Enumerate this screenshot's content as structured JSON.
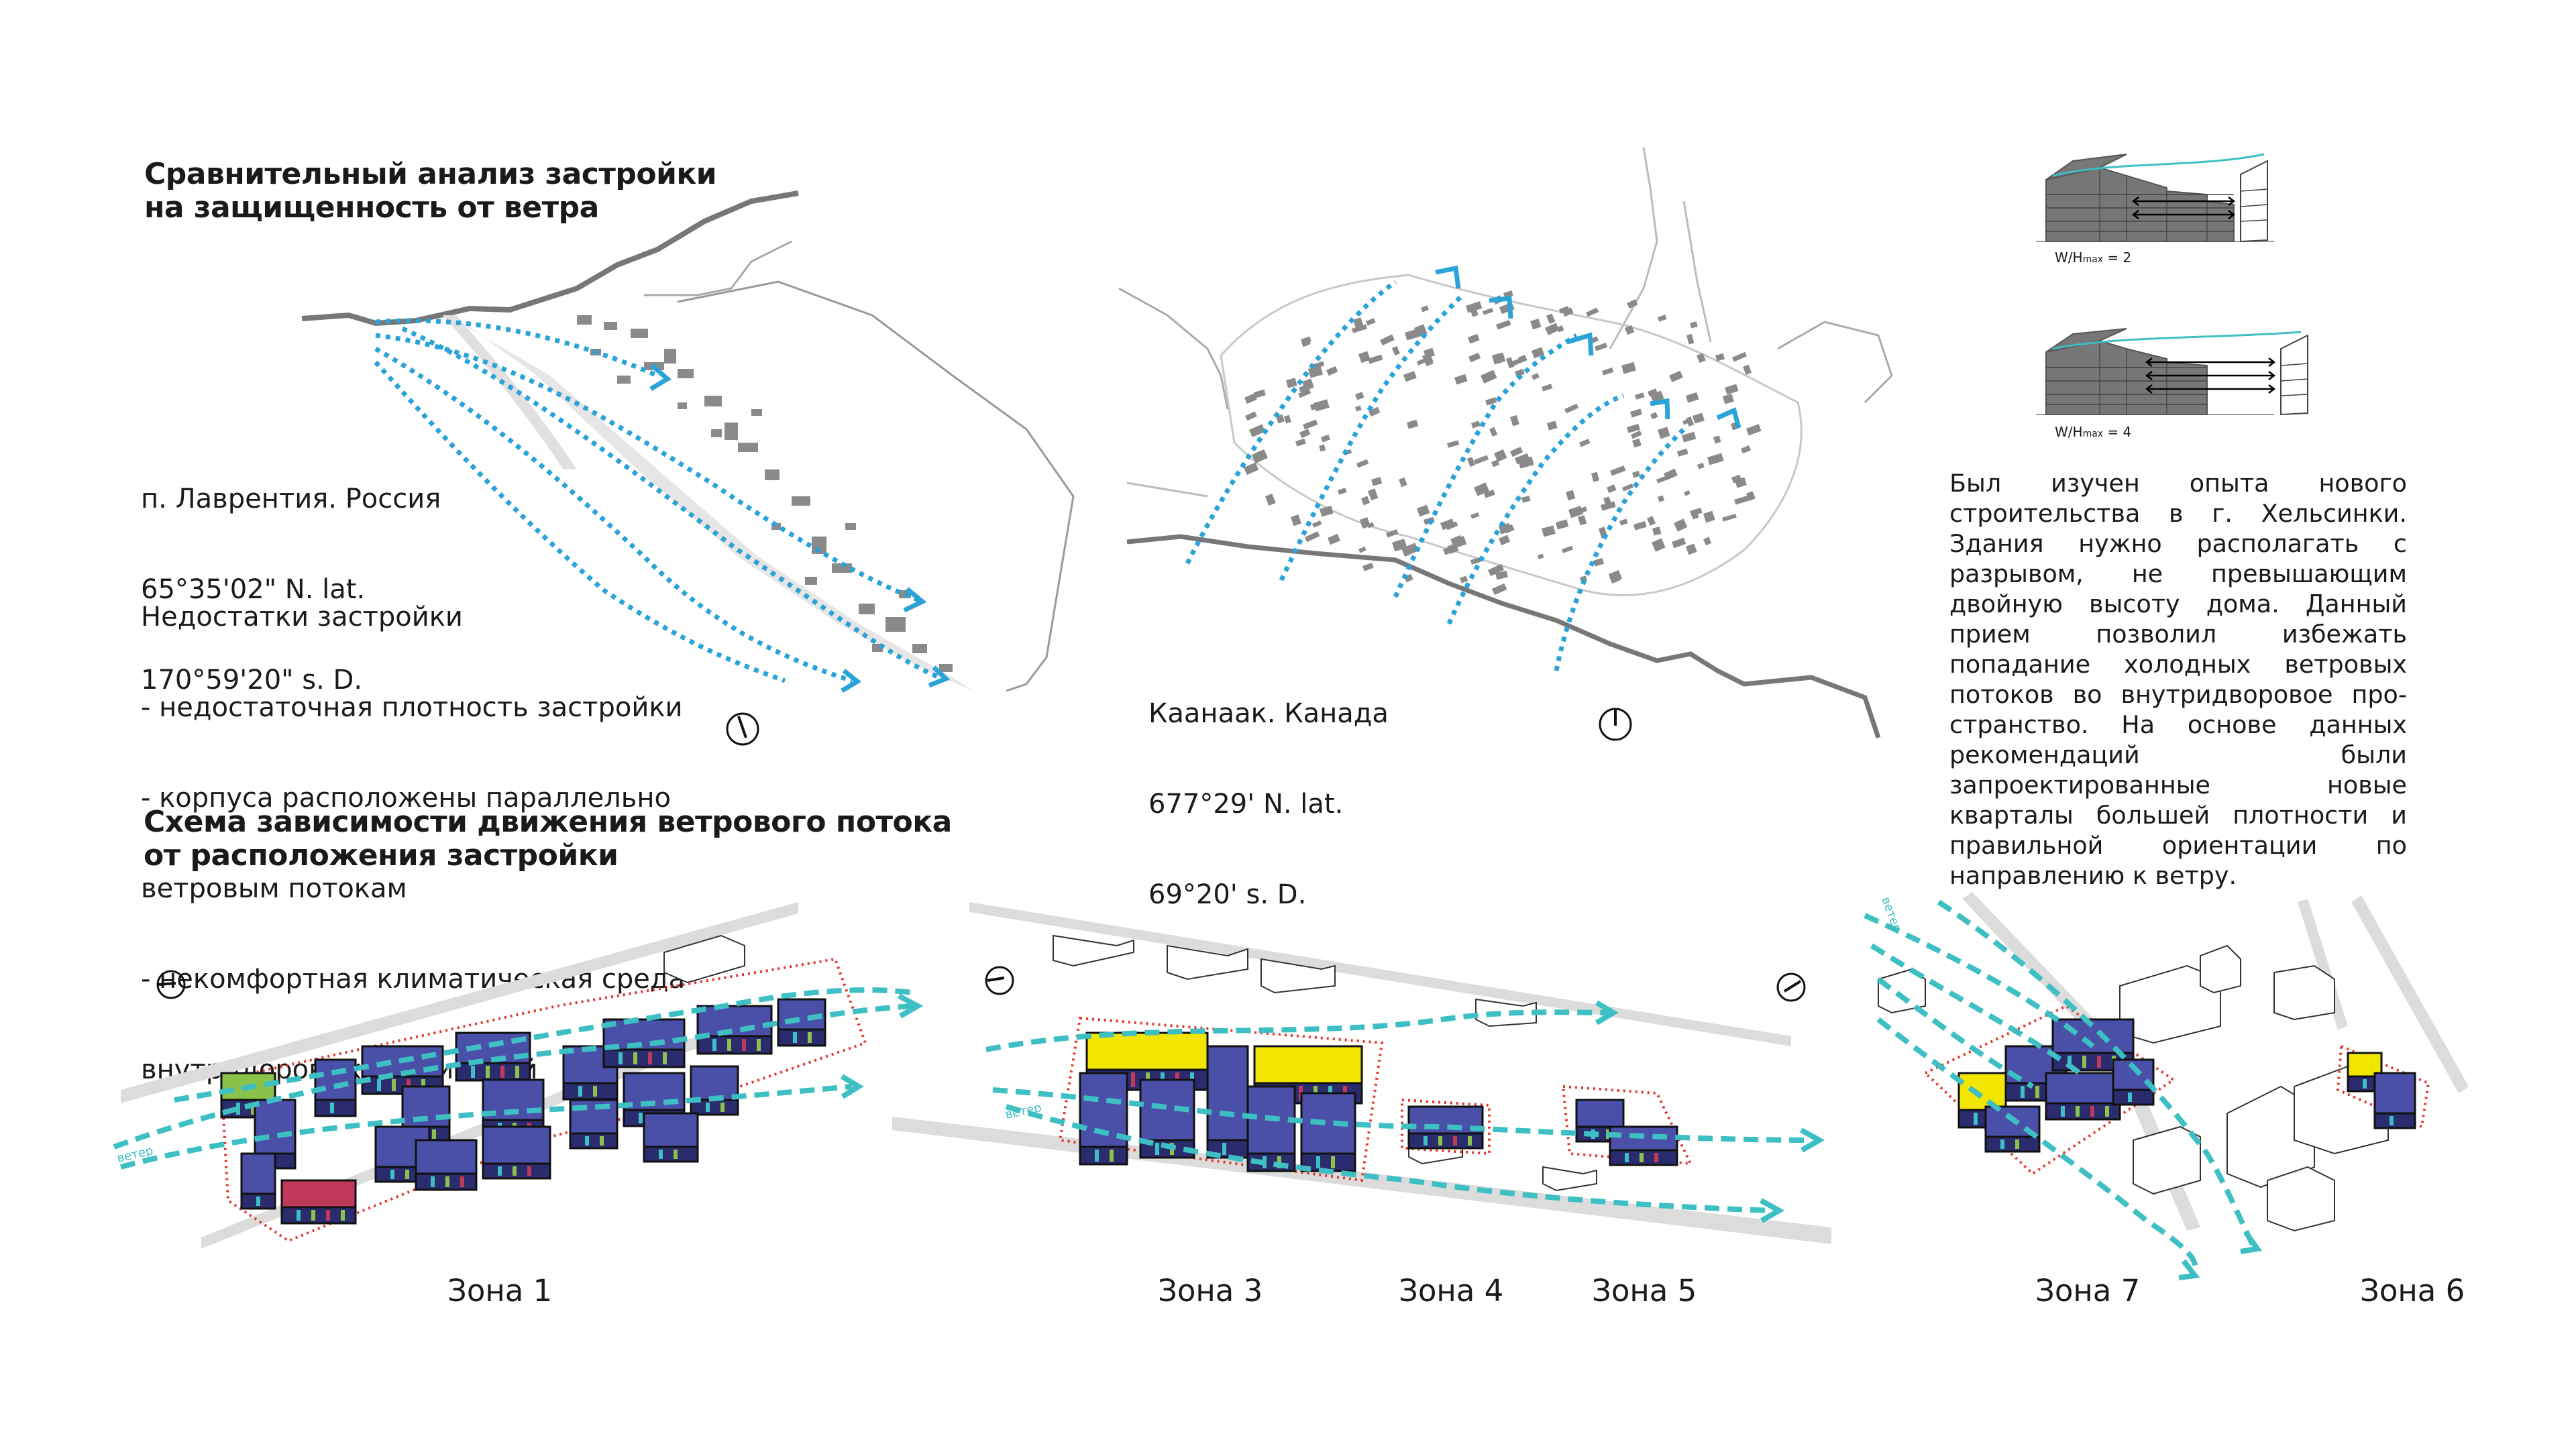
{
  "heading_top": [
    "Сравнительный анализ застройки",
    "на защищенность от ветра"
  ],
  "heading_bottom": [
    "Схема зависимости движения ветрового потока",
    "от расположения застройки"
  ],
  "site_lavrentiya": {
    "lines": [
      "п. Лаврентия. Россия",
      "65°35'02\" N. lat.",
      "170°59'20\" s. D."
    ],
    "drawbacks": [
      "Недостатки застройки",
      "- недостаточная плотность застройки",
      "- корпуса расположены параллельно",
      "ветровым потокам",
      "- некомфортная климатическая среда",
      "внутридоровых территорий"
    ]
  },
  "site_kaanaak": {
    "lines": [
      "Каанаак. Канада",
      "677°29' N. lat.",
      "69°20' s. D."
    ]
  },
  "ratio_labels": [
    "W/H",
    "max",
    " = 2",
    " = 4"
  ],
  "helsinki_text": "Был изучен опыта нового строитель­ства в г. Хельсинки. Здания нужно располагать с разрывом, не превы­шающим двойную высоту дома. Данный прием позволил избежать попадание холодных ветровых потоков во внутридворовое про­странство. На основе данных реко­мендаций были запроектированные новые кварталы большей плотности и правильной ориентации по направлению к ветру.",
  "wind_label": "ветер",
  "zones": [
    "Зона 1",
    "Зона 3",
    "Зона 4",
    "Зона 5",
    "Зона 7",
    "Зона 6"
  ],
  "colors": {
    "wind_dotted": "#2aa3d8",
    "wind_dashed": "#3dbfc4",
    "building_blue": "#4a4fa8",
    "building_green": "#8bc34a",
    "building_yellow": "#f2e600",
    "boundary_red": "#e0352b",
    "road_grey": "#d9d9d9",
    "building_grey": "#8a8a8a"
  }
}
